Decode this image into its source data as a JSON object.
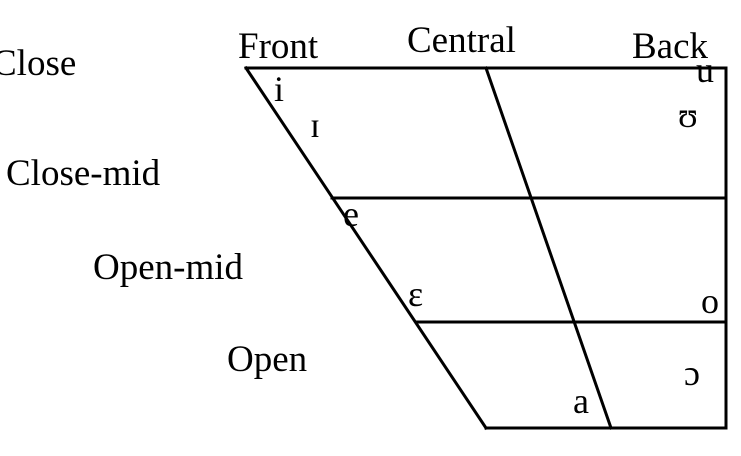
{
  "columns": {
    "front": "Front",
    "central": "Central",
    "back": "Back"
  },
  "rows": {
    "close": "Close",
    "close_mid": "Close-mid",
    "open_mid": "Open-mid",
    "open": "Open"
  },
  "vowels": {
    "i": "i",
    "small_cap_i": "ɪ",
    "u": "u",
    "upsilon": "ʊ",
    "e": "e",
    "epsilon": "ɛ",
    "o": "o",
    "open_o": "ɔ",
    "a": "a"
  }
}
